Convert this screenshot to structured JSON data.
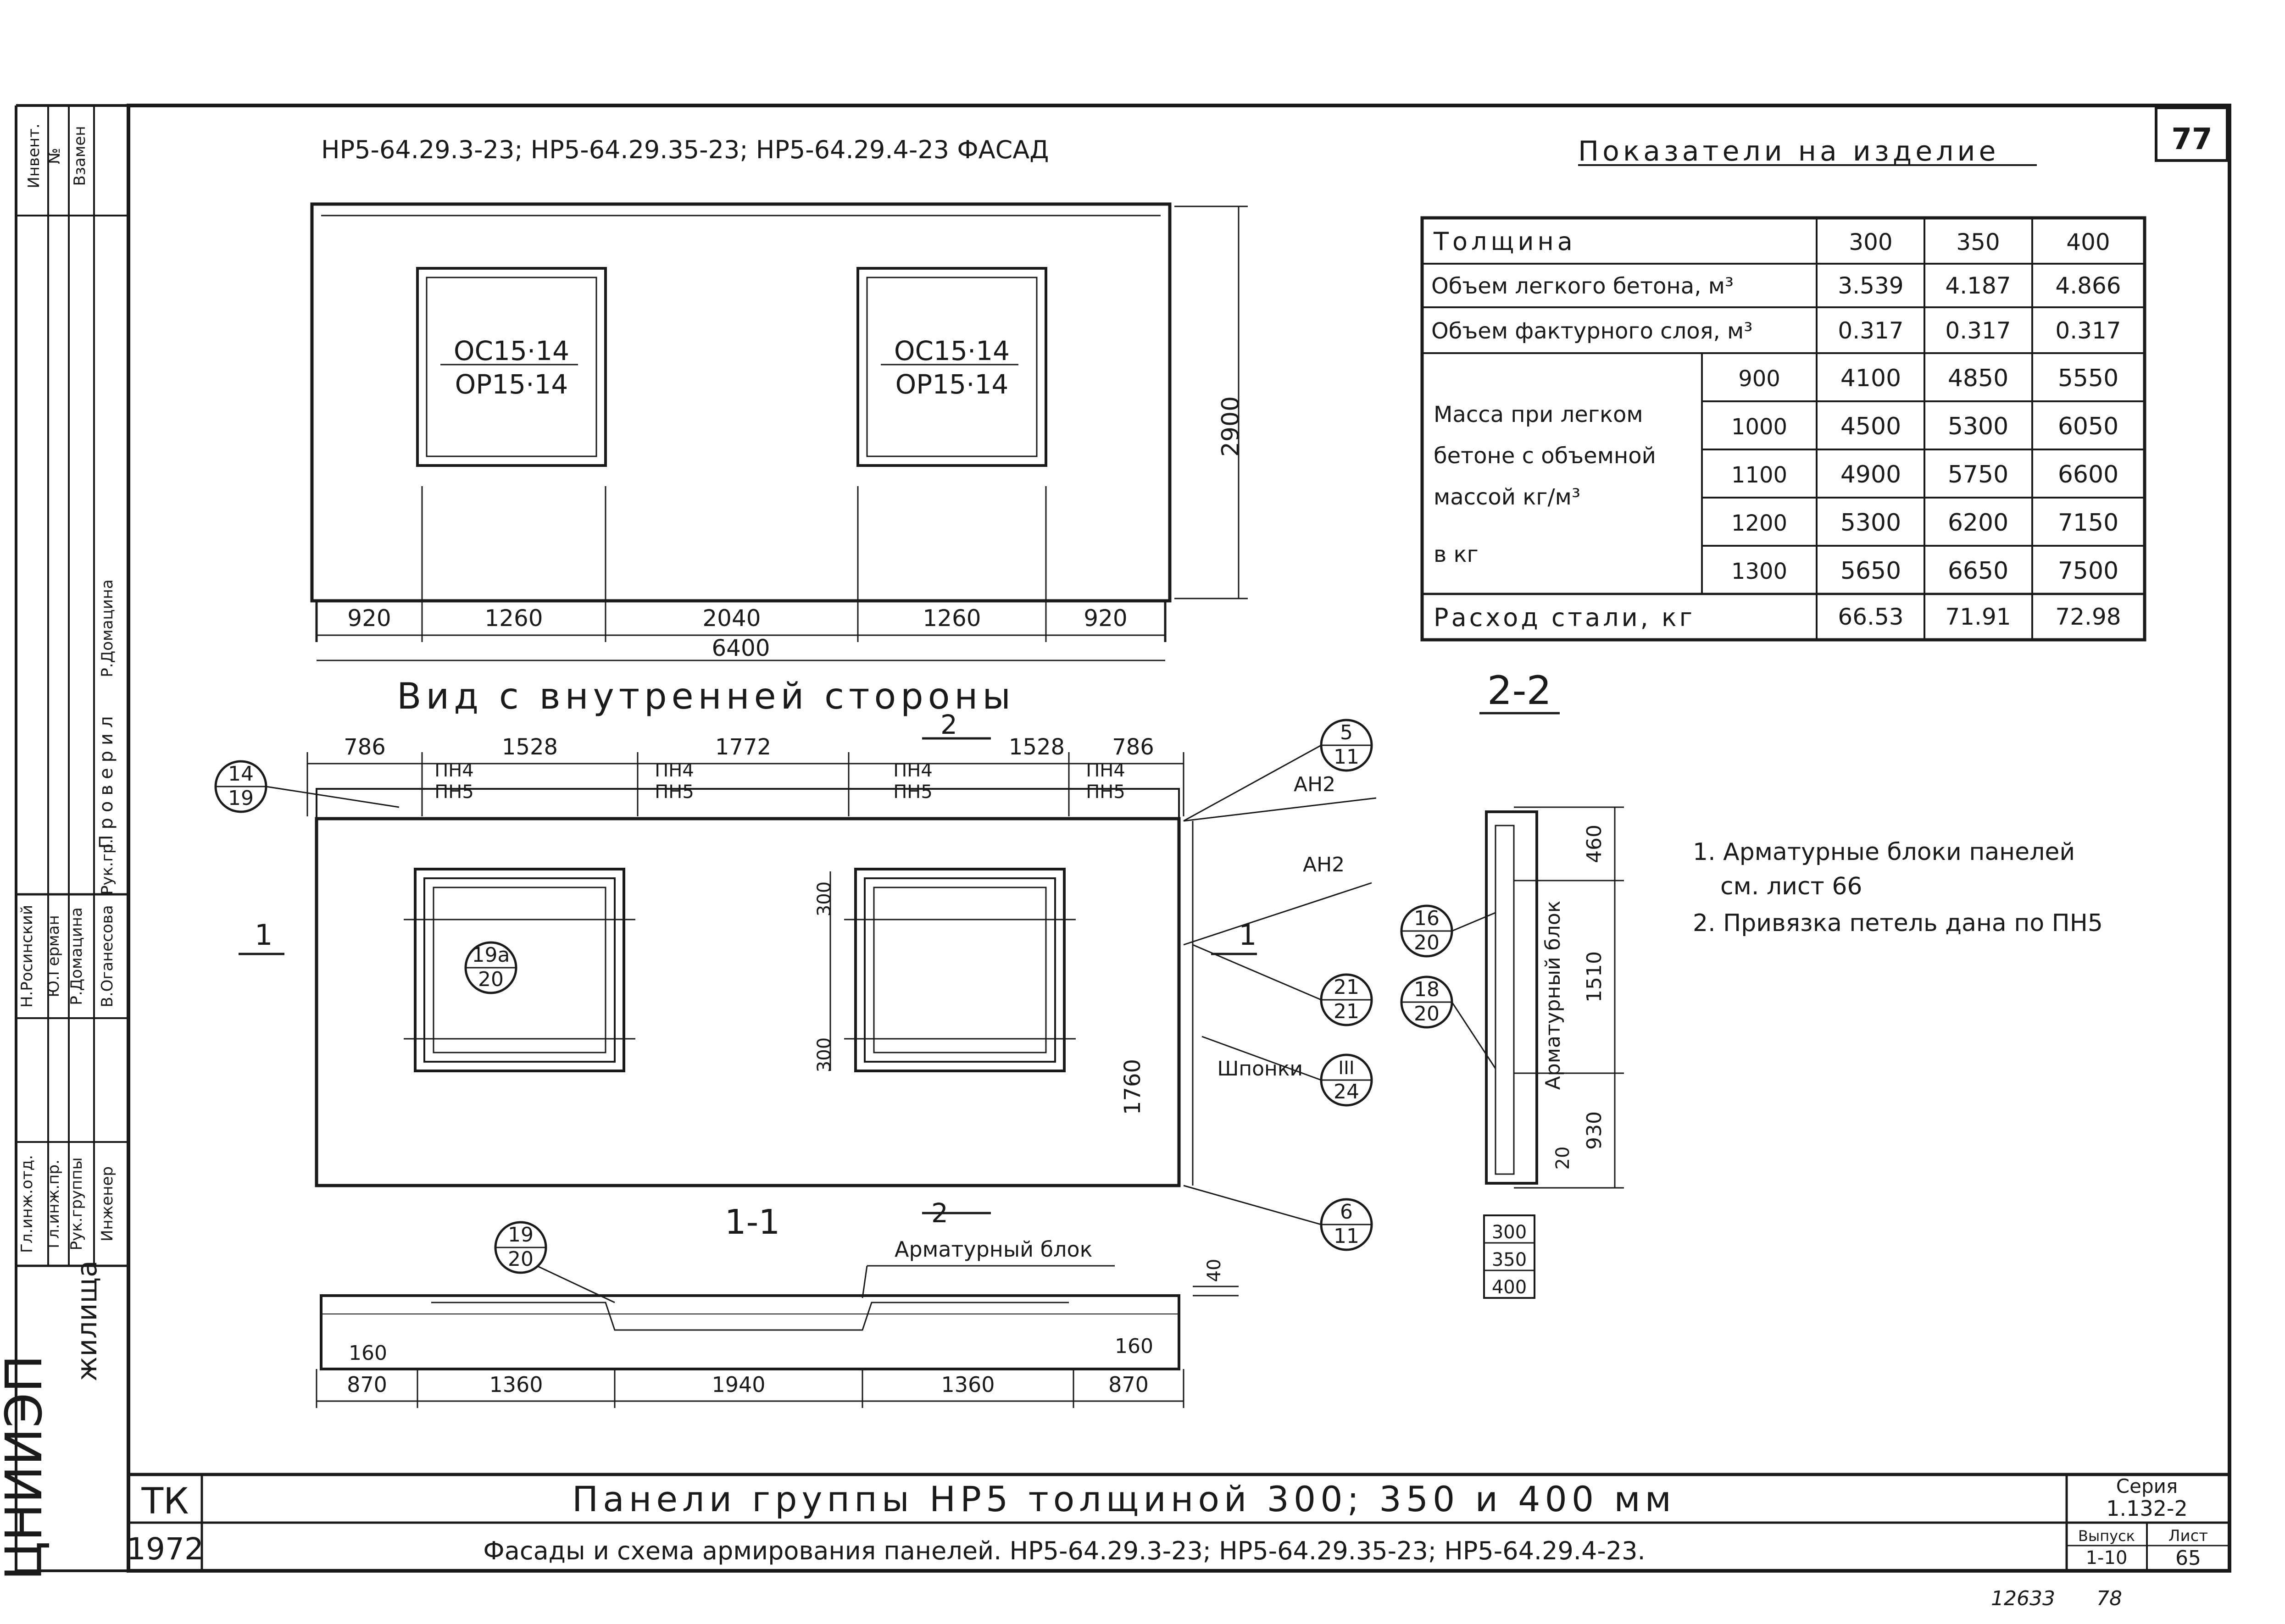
{
  "sheet_number": "77",
  "facade_title": "НР5-64.29.3-23; НР5-64.29.35-23; НР5-64.29.4-23 ФАСАД",
  "facade": {
    "window_labels": [
      {
        "top": "ОС15·14",
        "bottom": "ОР15·14"
      },
      {
        "top": "ОС15·14",
        "bottom": "ОР15·14"
      }
    ],
    "height_dim": "2900",
    "dims": [
      "920",
      "1260",
      "2040",
      "1260",
      "920"
    ],
    "total_dim": "6400"
  },
  "inner_view": {
    "title": "Вид с внутренней стороны",
    "top_dims": [
      "786",
      "1528",
      "1772",
      "1528",
      "786"
    ],
    "loop_labels": [
      {
        "top": "ПН4",
        "bottom": "ПН5"
      },
      {
        "top": "ПН4",
        "bottom": "ПН5"
      },
      {
        "top": "ПН4",
        "bottom": "ПН5"
      },
      {
        "top": "ПН4",
        "bottom": "ПН5"
      }
    ],
    "section_mark_left": "1",
    "section_mark_right": "1",
    "section_mark_top": "2",
    "section_mark_bottom": "2",
    "callouts": [
      {
        "top": "14",
        "bottom": "19"
      },
      {
        "top": "19а",
        "bottom": "20"
      },
      {
        "top": "5",
        "bottom": "11"
      },
      {
        "top": "21",
        "bottom": "21"
      },
      {
        "top": "III",
        "bottom": "24"
      },
      {
        "top": "6",
        "bottom": "11"
      }
    ],
    "an_labels": [
      "АН2",
      "АН2"
    ],
    "shponki_label": "Шпонки",
    "window_dims": [
      "300",
      "300"
    ],
    "height_dim": "1760"
  },
  "section_1_1": {
    "title": "1-1",
    "callout": {
      "top": "19",
      "bottom": "20"
    },
    "block_label": "Арматурный блок",
    "right_dim": "40",
    "small_dims": [
      "160",
      "160"
    ],
    "dims": [
      "870",
      "1360",
      "1940",
      "1360",
      "870"
    ]
  },
  "table": {
    "title": "Показатели на изделие",
    "header_label": "Толщина",
    "thicknesses": [
      "300",
      "350",
      "400"
    ],
    "rows": [
      {
        "label": "Объем легкого бетона, м³",
        "values": [
          "3.539",
          "4.187",
          "4.866"
        ]
      },
      {
        "label": "Объем фактурного слоя, м³",
        "values": [
          "0.317",
          "0.317",
          "0.317"
        ]
      }
    ],
    "mass_label": [
      "Масса при легком",
      "бетоне с объемной",
      "массой кг/м³",
      "в кг"
    ],
    "mass_rows": [
      {
        "density": "900",
        "values": [
          "4100",
          "4850",
          "5550"
        ]
      },
      {
        "density": "1000",
        "values": [
          "4500",
          "5300",
          "6050"
        ]
      },
      {
        "density": "1100",
        "values": [
          "4900",
          "5750",
          "6600"
        ]
      },
      {
        "density": "1200",
        "values": [
          "5300",
          "6200",
          "7150"
        ]
      },
      {
        "density": "1300",
        "values": [
          "5650",
          "6650",
          "7500"
        ]
      }
    ],
    "steel_row": {
      "label": "Расход стали, кг",
      "values": [
        "66.53",
        "71.91",
        "72.98"
      ]
    }
  },
  "section_2_2": {
    "title": "2-2",
    "callouts": [
      {
        "top": "16",
        "bottom": "20"
      },
      {
        "top": "18",
        "bottom": "20"
      }
    ],
    "block_label": "Арматурный блок",
    "dims": [
      "460",
      "1510",
      "930",
      "20"
    ],
    "thickness_dims": [
      "300",
      "350",
      "400"
    ]
  },
  "notes": [
    "1. Арматурные блоки панелей",
    "см. лист 66",
    "2. Привязка петель дана по ПН5"
  ],
  "left_strip": {
    "stamp_header": [
      "Инвент.",
      "№",
      "Взамен"
    ],
    "check_header": "Проверил",
    "role_rows": [
      {
        "role": "Гл.инж.отд.",
        "name": "Н.Росинский",
        "checker": "Р.Домацина"
      },
      {
        "role": "Гл.инж.пр.",
        "name": "Ю.Герман",
        "checker": ""
      },
      {
        "role": "Рук.группы",
        "name": "Р.Домацина",
        "checker": "Рук.гр."
      },
      {
        "role": "Инженер",
        "name": "В.Оганесова",
        "checker": ""
      }
    ],
    "org_short": "ЦНИИЭП",
    "org_long": "жилища"
  },
  "title_block": {
    "tk": "ТК",
    "year": "1972",
    "title": "Панели группы НР5 толщиной 300; 350 и 400 мм",
    "subtitle": "Фасады и схема армирования панелей. НР5-64.29.3-23; НР5-64.29.35-23; НР5-64.29.4-23.",
    "series_label": "Серия",
    "series_value": "1.132-2",
    "issue_label": "Выпуск",
    "issue_value": "1-10",
    "sheet_label": "Лист",
    "sheet_value": "65"
  },
  "footer_numbers": [
    "12633",
    "78"
  ]
}
